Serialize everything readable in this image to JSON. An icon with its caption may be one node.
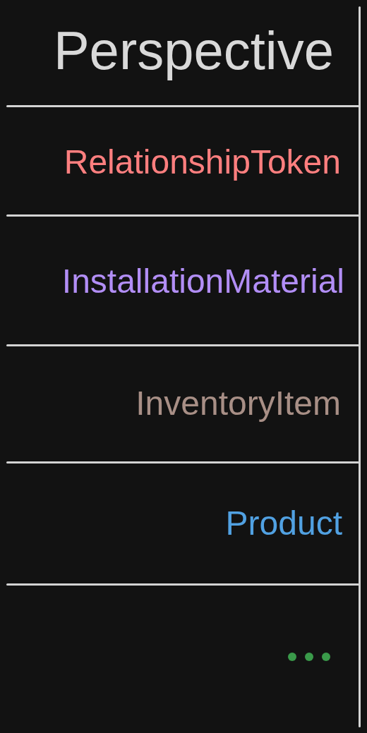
{
  "diagram": {
    "title": "Perspective",
    "labels": [
      "RelationshipToken",
      "InstallationMaterial",
      "InventoryItem",
      "Product"
    ]
  }
}
